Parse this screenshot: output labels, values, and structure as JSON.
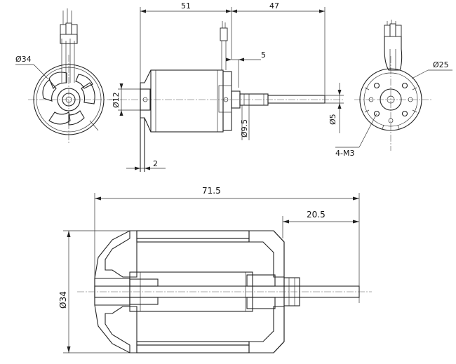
{
  "dimensions": {
    "front_diameter": "Ø34",
    "overall_length_top": "51",
    "shaft_length": "47",
    "shaft_step": "5",
    "flange_diameter": "Ø12",
    "shaft_collar_diameter": "Ø9.5",
    "shaft_diameter": "Ø5",
    "base_offset": "2",
    "rear_diameter": "Ø25",
    "mount_holes": "4-M3",
    "section_length": "71.5",
    "section_shaft_ext": "20.5",
    "section_diameter": "Ø34"
  }
}
